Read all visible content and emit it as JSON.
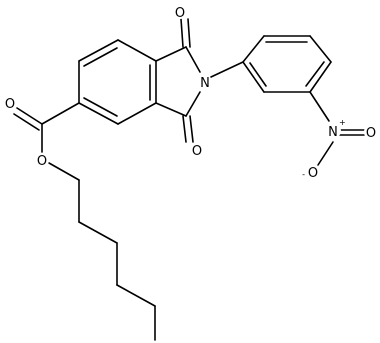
{
  "molecule": {
    "labels": {
      "o_imide_top": "O",
      "o_imide_bottom": "O",
      "n_imide": "N",
      "o_carbonyl": "O",
      "o_ester": "O",
      "n_nitro": "N",
      "n_nitro_charge": "+",
      "o_nitro_double": "O",
      "o_nitro_single": "O",
      "o_nitro_charge": "-"
    },
    "colors": {
      "bond": "#000000",
      "text": "#000000",
      "background": "#ffffff"
    }
  }
}
